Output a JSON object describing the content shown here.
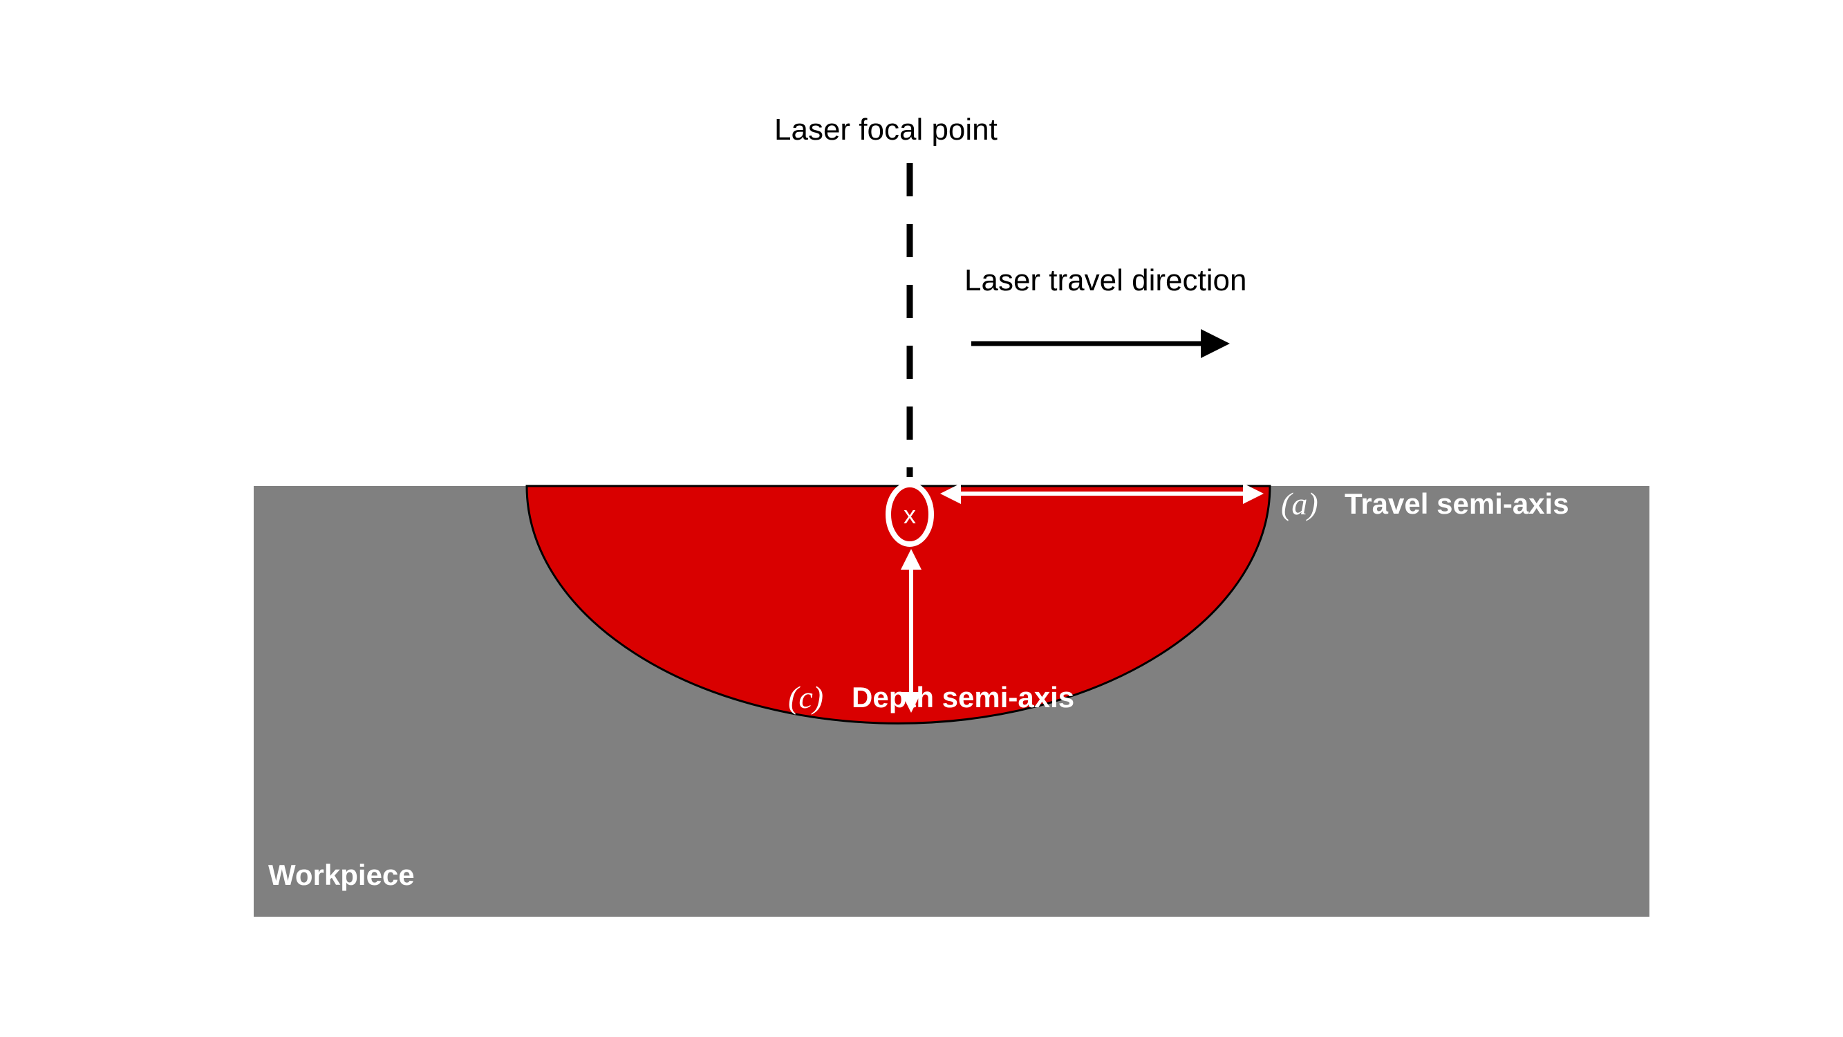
{
  "labels": {
    "focal_point": "Laser focal point",
    "travel_direction": "Laser travel direction",
    "travel_symbol": "(a)",
    "travel_axis": "Travel semi-axis",
    "depth_symbol": "(c)",
    "depth_axis": "Depth semi-axis",
    "workpiece": "Workpiece",
    "focal_marker": "x"
  },
  "colors": {
    "workpiece": "#808080",
    "melt_pool": "#d90000",
    "annotation": "#ffffff",
    "line": "#000000"
  }
}
